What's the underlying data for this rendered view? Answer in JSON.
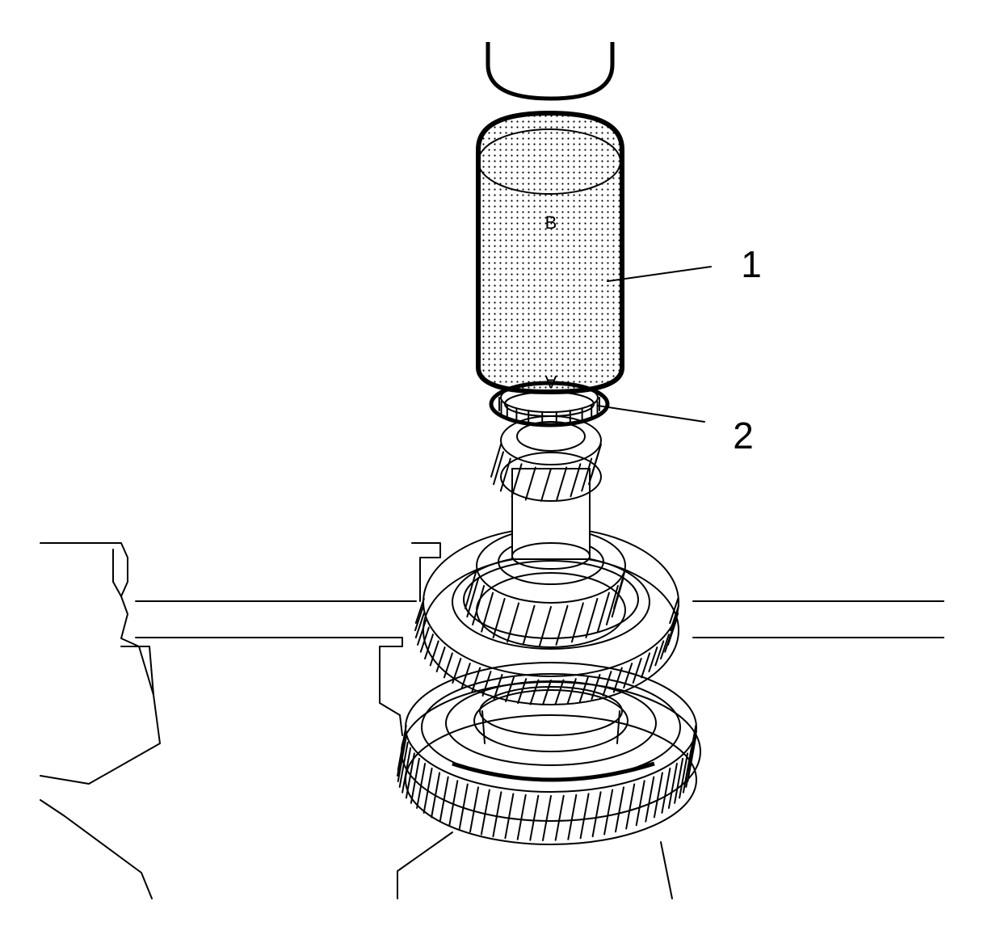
{
  "figure": {
    "callouts": [
      {
        "id": "1",
        "label": "1"
      },
      {
        "id": "2",
        "label": "2"
      }
    ],
    "tool_marks": {
      "upper": "B",
      "lower": "A"
    }
  }
}
